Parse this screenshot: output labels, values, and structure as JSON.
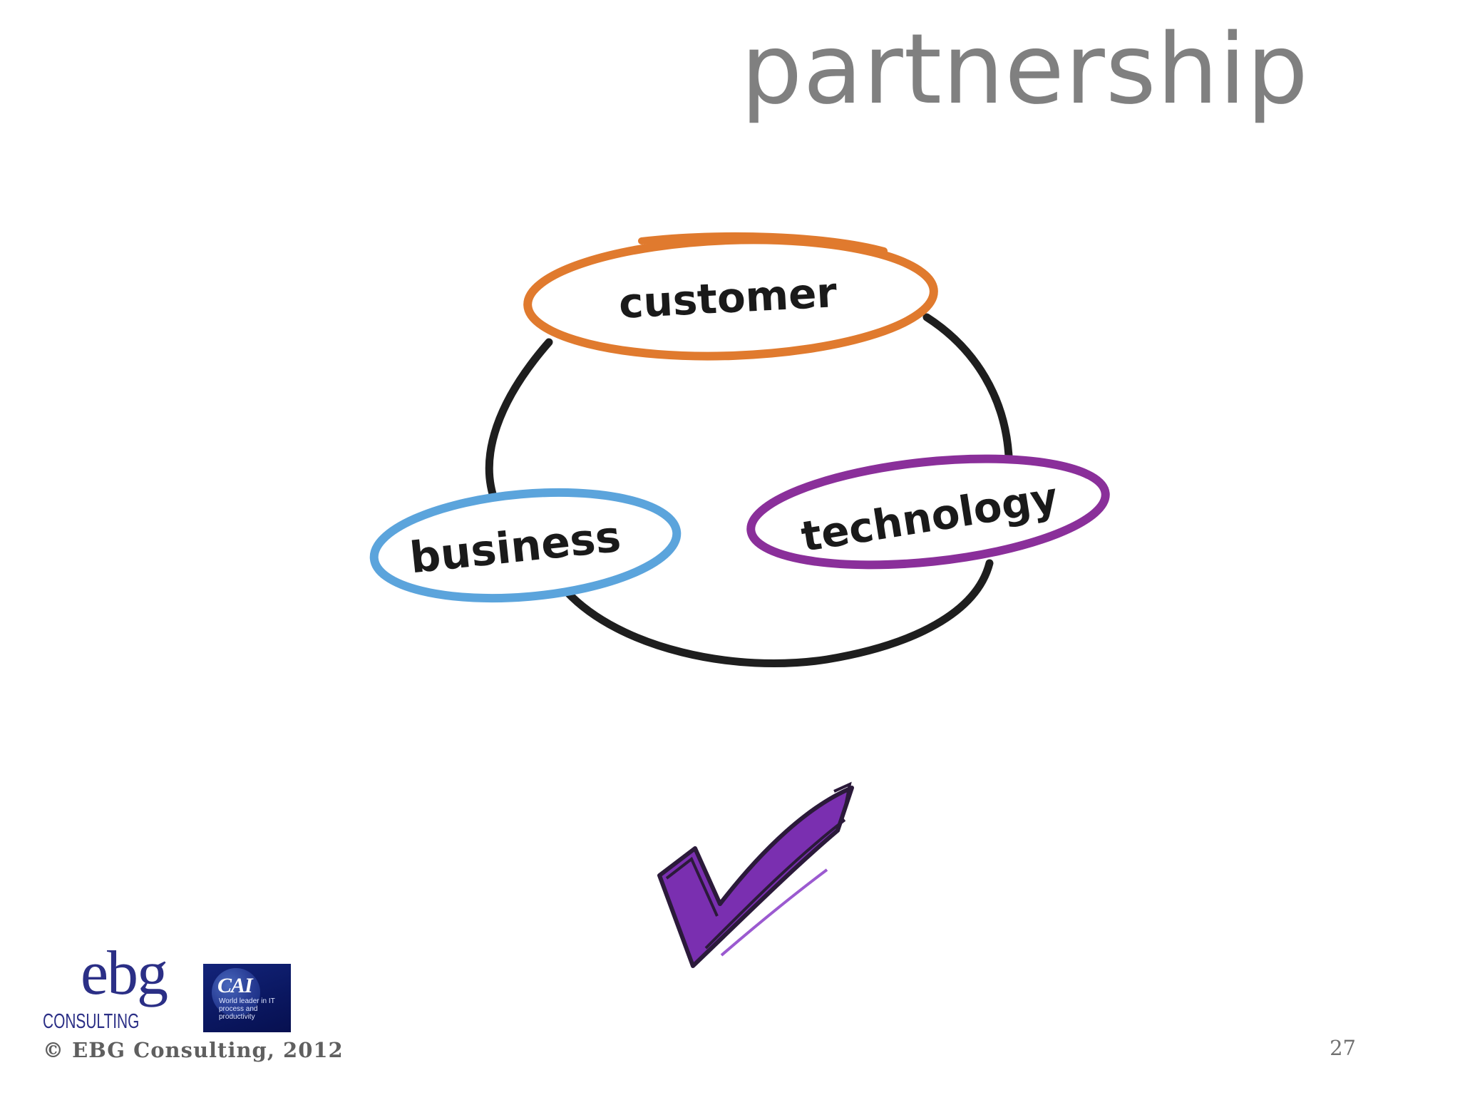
{
  "slide": {
    "title": "partnership",
    "page_number": "27"
  },
  "diagram": {
    "nodes": [
      {
        "label": "customer",
        "color": "#e07a2e"
      },
      {
        "label": "business",
        "color": "#5ba4dc"
      },
      {
        "label": "technology",
        "color": "#8a2f9a"
      }
    ],
    "ring_color": "#1e1e1e",
    "check_color": "#7a2fb0"
  },
  "footer": {
    "logo_ebg_word": "ebg",
    "logo_ebg_sub": "CONSULTING",
    "logo_cai_mark": "CAI",
    "logo_cai_tagline": "World leader in IT process and productivity",
    "copyright": "© EBG Consulting, 2012"
  }
}
